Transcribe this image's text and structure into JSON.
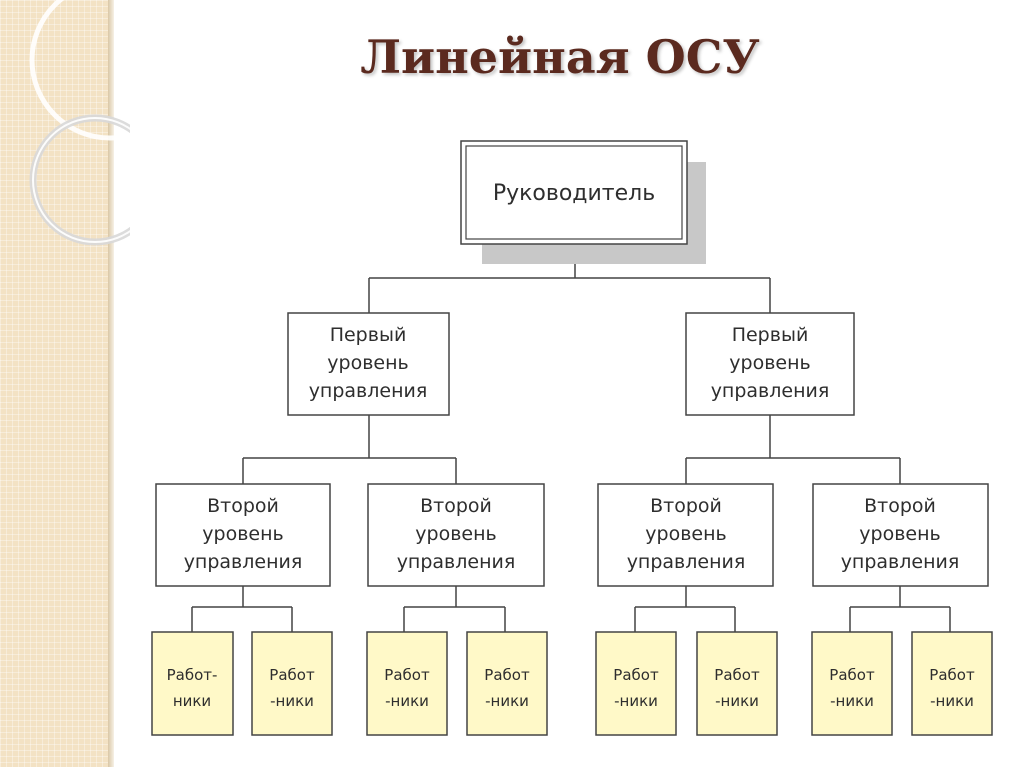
{
  "title": "Линейная ОСУ",
  "nodes": {
    "head": "Руководитель",
    "first_level_left": [
      "Первый",
      "уровень",
      "управления"
    ],
    "first_level_right": [
      "Первый",
      "уровень",
      "управления"
    ],
    "second_level_1": [
      "Второй",
      "уровень",
      "управления"
    ],
    "second_level_2": [
      "Второй",
      "уровень",
      "управления"
    ],
    "second_level_3": [
      "Второй",
      "уровень",
      "управления"
    ],
    "second_level_4": [
      "Второй",
      "уровень",
      "управления"
    ],
    "workers_1": [
      "Работ-",
      "ники"
    ],
    "workers_2": [
      "Работ",
      "-ники"
    ],
    "workers_3": [
      "Работ",
      "-ники"
    ],
    "workers_4": [
      "Работ",
      "-ники"
    ],
    "workers_5": [
      "Работ",
      "-ники"
    ],
    "workers_6": [
      "Работ",
      "-ники"
    ],
    "workers_7": [
      "Работ",
      "-ники"
    ],
    "workers_8": [
      "Работ",
      "-ники"
    ]
  },
  "colors": {
    "title": "#5b2a1f",
    "worker_fill": "#fff9c8",
    "box_border": "#444444",
    "shadow": "#c8c8c8",
    "sidebar": "#f3e2c4"
  }
}
